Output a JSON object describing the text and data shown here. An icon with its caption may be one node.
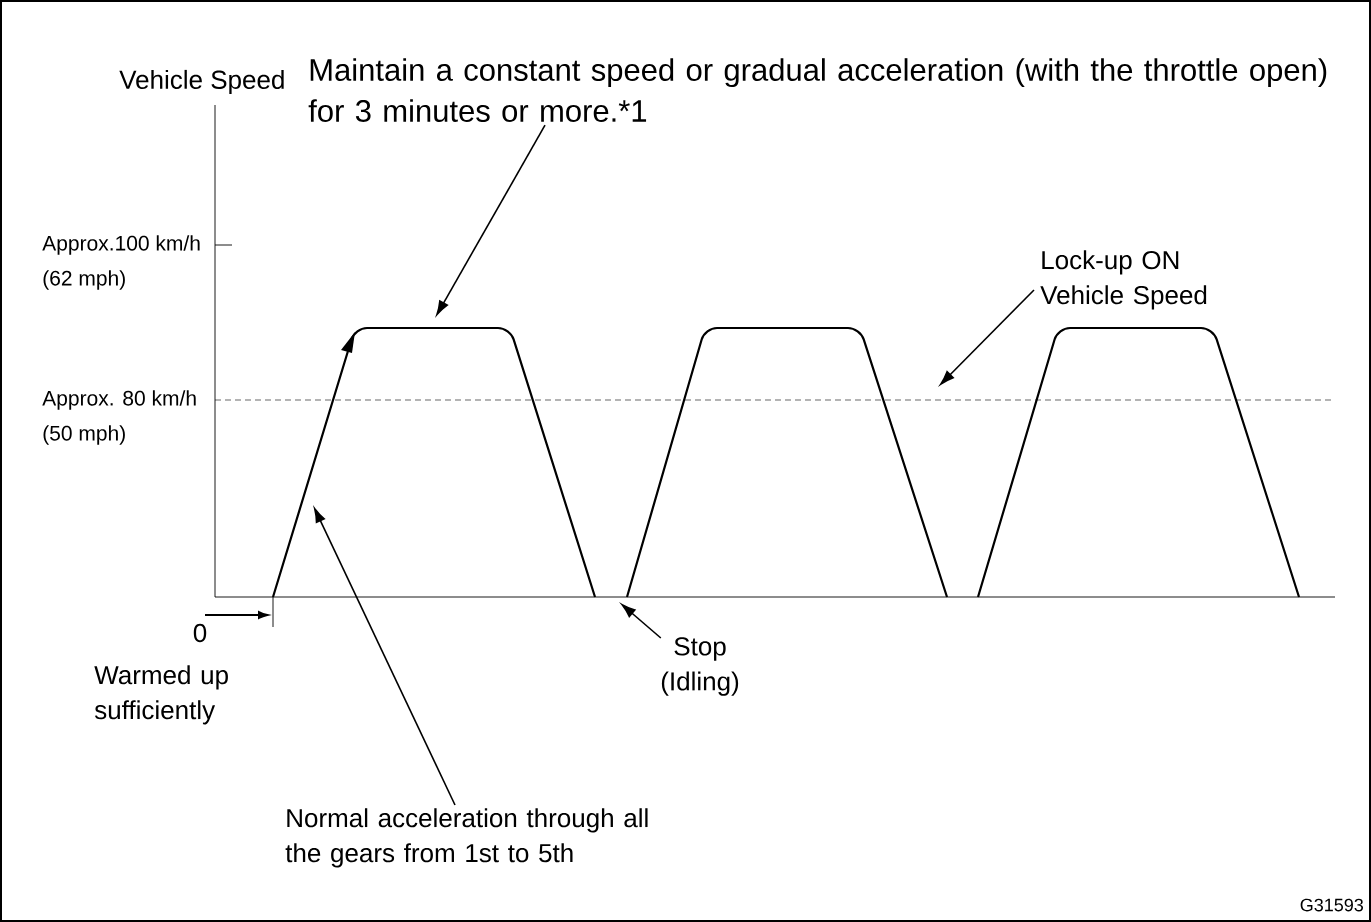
{
  "diagram": {
    "nodes": [
      {
        "text": [
          "Maintain a constant speed or gradual acceleration (with the throttle open) for 3 minutes or more.*1"
        ]
      },
      {
        "text": [
          "Lock-up ON Vehicle Speed"
        ]
      },
      {
        "text": [
          "Normal acceleration through all the gears from 1st to 5th"
        ]
      },
      {
        "text": [
          "Stop (Idling)"
        ]
      }
    ],
    "edges": [
      {
        "from": 0,
        "to": null,
        "arrow": "to"
      },
      {
        "from": 1,
        "to": null,
        "arrow": "to"
      },
      {
        "from": 2,
        "to": null,
        "arrow": "to"
      },
      {
        "from": 3,
        "to": null,
        "arrow": "to"
      }
    ],
    "labels": [
      "Vehicle Speed",
      "Approx.100 km/h",
      "(62 mph)",
      "Approx. 80 km/h",
      "(50 mph)",
      "0",
      "Warmed up sufficiently",
      "G31593"
    ]
  }
}
